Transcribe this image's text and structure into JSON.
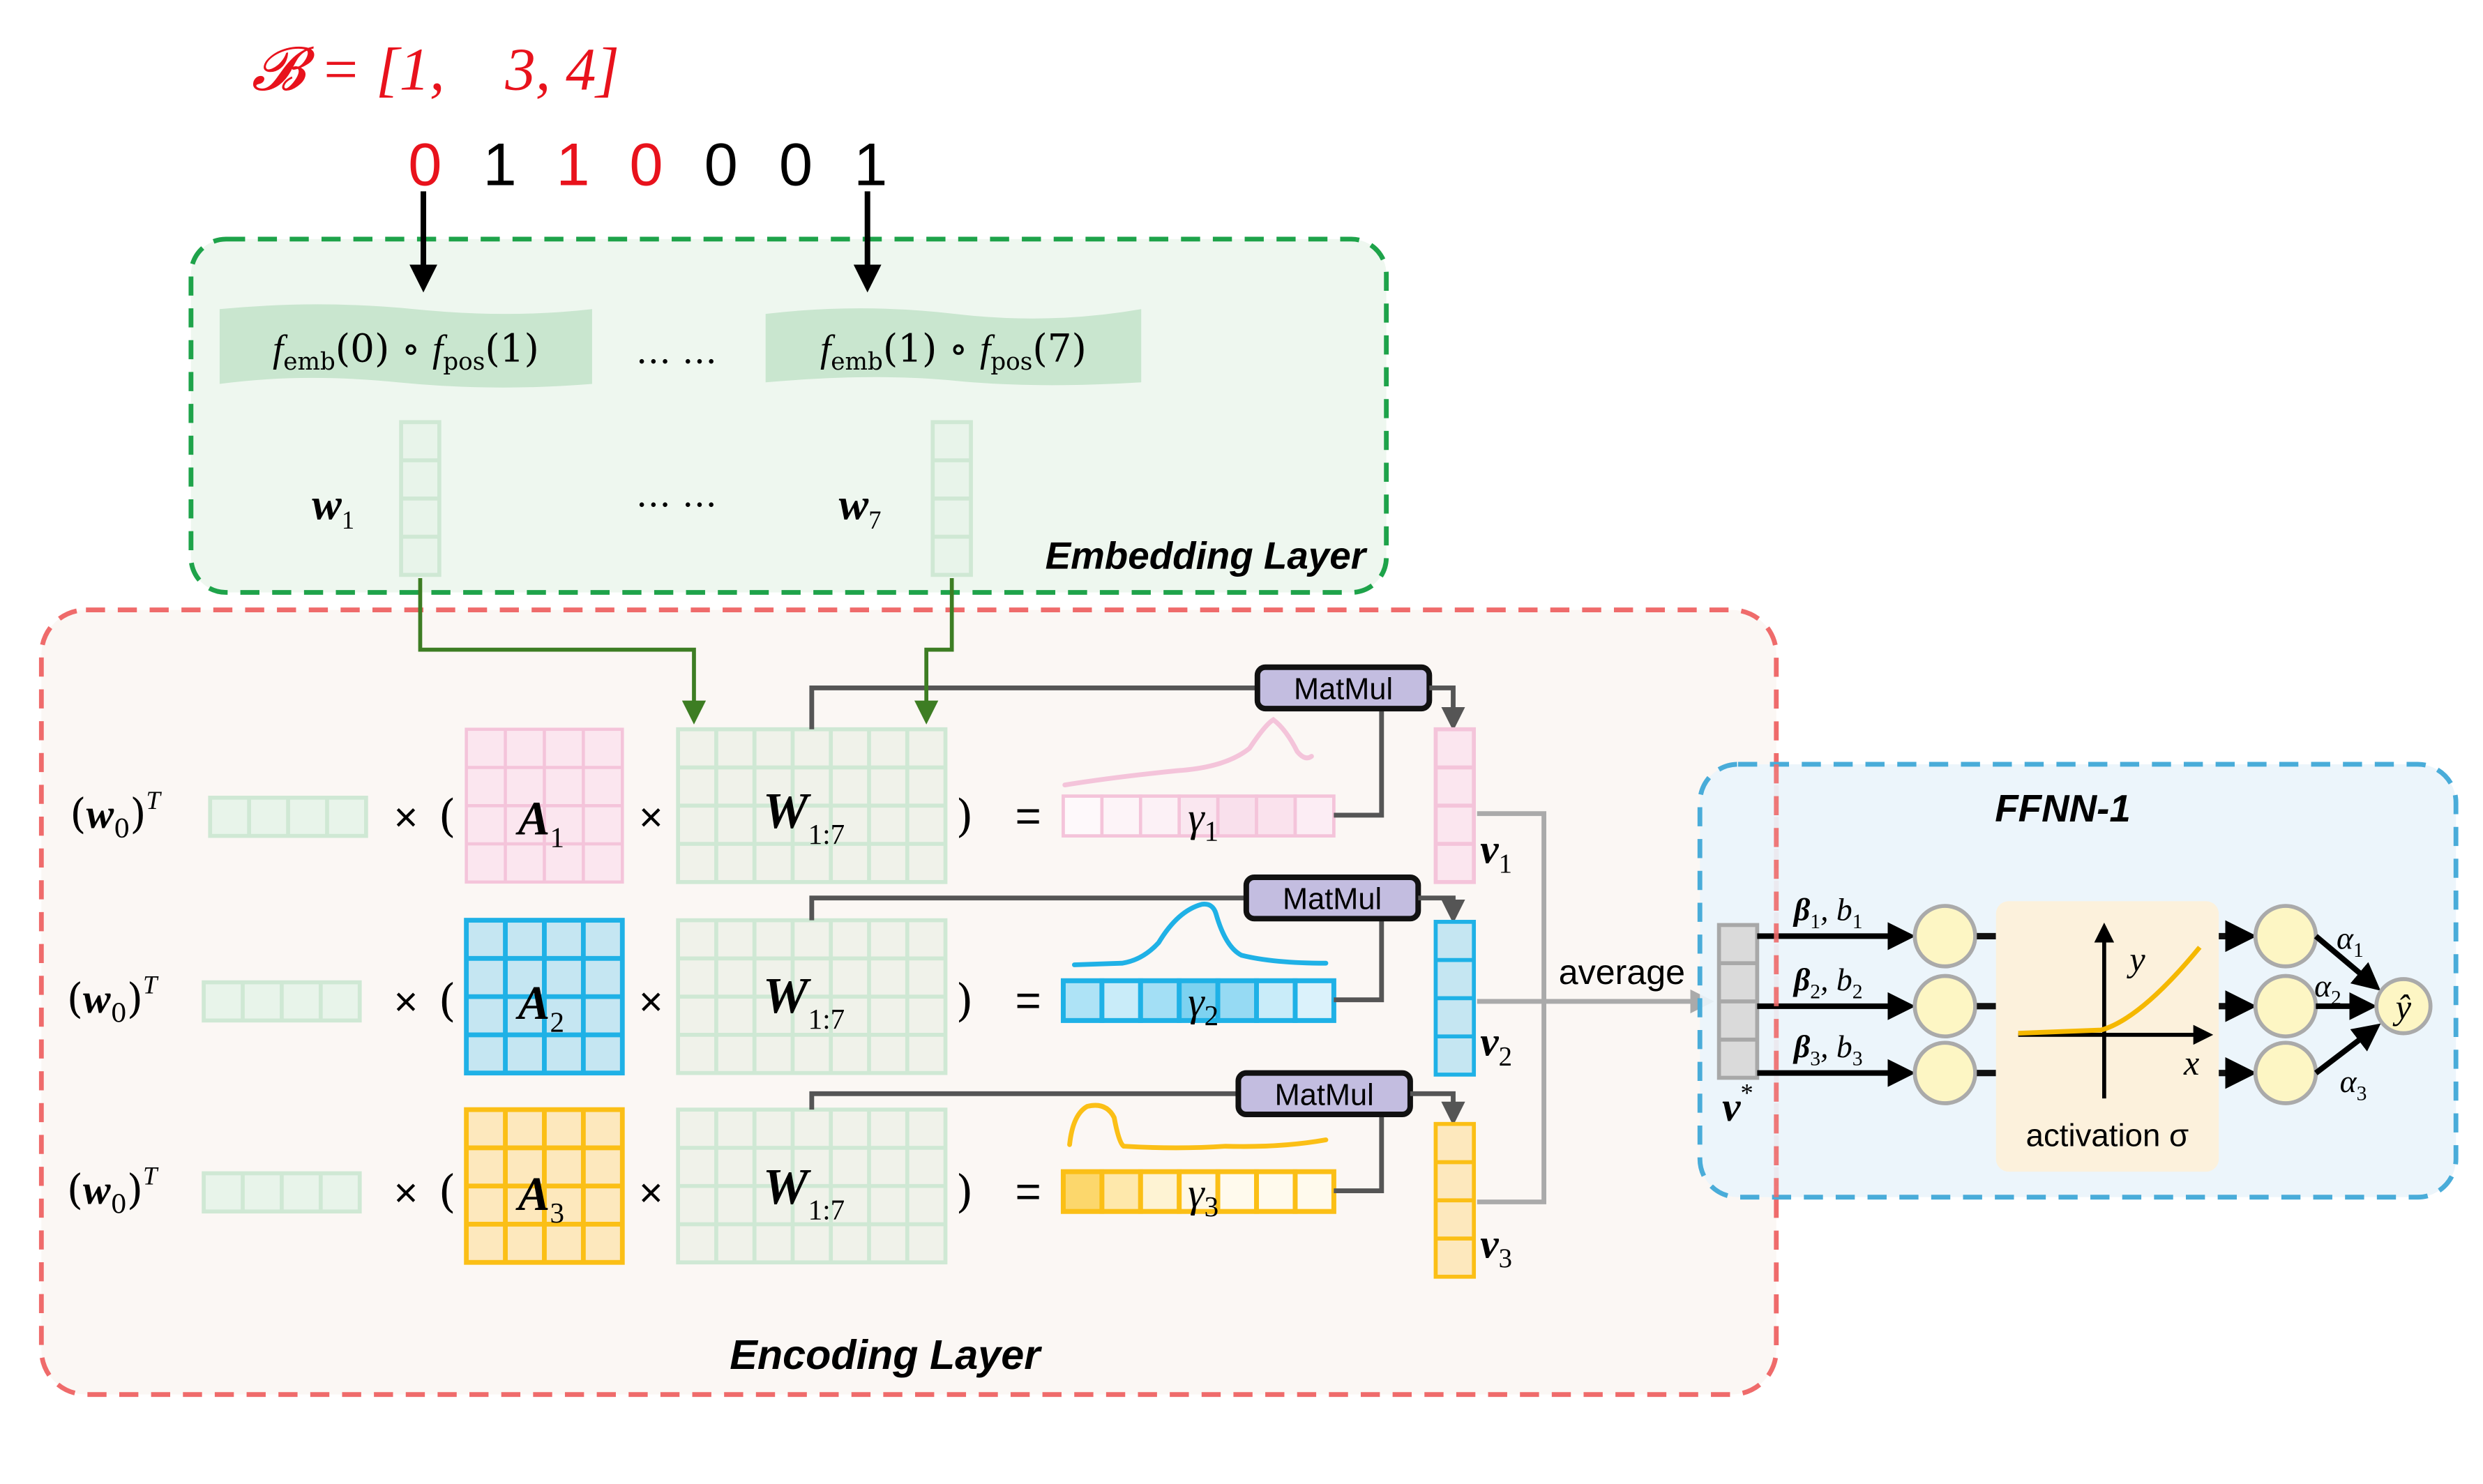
{
  "header": {
    "set_label": "𝓑 = [1,    3, 4]",
    "bits": [
      {
        "value": "0",
        "highlight": true
      },
      {
        "value": "1",
        "highlight": false
      },
      {
        "value": "1",
        "highlight": true
      },
      {
        "value": "0",
        "highlight": true
      },
      {
        "value": "0",
        "highlight": false
      },
      {
        "value": "0",
        "highlight": false
      },
      {
        "value": "1",
        "highlight": false
      }
    ]
  },
  "embedding_layer": {
    "title": "Embedding Layer",
    "emb_first": {
      "f": "f",
      "emb": "emb",
      "arg": "(0)",
      "op": " ∘ ",
      "pos": "pos",
      "posarg": "(1)"
    },
    "emb_last": {
      "f": "f",
      "emb": "emb",
      "arg": "(1)",
      "op": " ∘ ",
      "pos": "pos",
      "posarg": "(7)"
    },
    "ellipsis": "… …",
    "w_first": {
      "name": "w",
      "sub": "1"
    },
    "w_last": {
      "name": "w",
      "sub": "7"
    }
  },
  "encoding_layer": {
    "title": "Encoding Layer",
    "rows": [
      {
        "w0": "(w",
        "w0_sub": "0",
        "w0_close": ")",
        "sup": "T",
        "times": "×",
        "open": "(",
        "A": "A",
        "A_sub": "1",
        "W": "W",
        "W_sub": "1:7",
        "close": ")",
        "eq": "=",
        "gamma": "γ",
        "gamma_sub": "1",
        "matmul": "MatMul",
        "v": "v",
        "v_sub": "1",
        "color": "#f4c4da",
        "fill": "#fbe6ef"
      },
      {
        "w0": "(w",
        "w0_sub": "0",
        "w0_close": ")",
        "sup": "T",
        "times": "×",
        "open": "(",
        "A": "A",
        "A_sub": "2",
        "W": "W",
        "W_sub": "1:7",
        "close": ")",
        "eq": "=",
        "gamma": "γ",
        "gamma_sub": "2",
        "matmul": "MatMul",
        "v": "v",
        "v_sub": "2",
        "color": "#1fb1e6",
        "fill": "#c5e6f2"
      },
      {
        "w0": "(w",
        "w0_sub": "0",
        "w0_close": ")",
        "sup": "T",
        "times": "×",
        "open": "(",
        "A": "A",
        "A_sub": "3",
        "W": "W",
        "W_sub": "1:7",
        "close": ")",
        "eq": "=",
        "gamma": "γ",
        "gamma_sub": "3",
        "matmul": "MatMul",
        "v": "v",
        "v_sub": "3",
        "color": "#fbbf16",
        "fill": "#fde8bd"
      }
    ],
    "gamma_shading": [
      [
        0.05,
        0.2,
        0.3,
        0.6,
        0.8,
        0.75,
        0.4
      ],
      [
        0.5,
        0.3,
        0.6,
        0.9,
        0.7,
        0.3,
        0.15
      ],
      [
        1.0,
        0.5,
        0.2,
        0.05,
        0.0,
        0.0,
        0.0
      ]
    ],
    "average_label": "average"
  },
  "ffnn": {
    "title": "FFNN-1",
    "v_star": {
      "name": "v",
      "sup": "*"
    },
    "inputs": [
      {
        "beta": "β",
        "sub": "1",
        "b": "b",
        "bsub": "1"
      },
      {
        "beta": "β",
        "sub": "2",
        "b": "b",
        "bsub": "2"
      },
      {
        "beta": "β",
        "sub": "3",
        "b": "b",
        "bsub": "3"
      }
    ],
    "activation_label": "activation σ",
    "axis_x": "x",
    "axis_y": "y",
    "alphas": [
      {
        "name": "α",
        "sub": "1"
      },
      {
        "name": "α",
        "sub": "2"
      },
      {
        "name": "α",
        "sub": "3"
      }
    ],
    "output": "ŷ"
  },
  "colors": {
    "red_text": "#e8121c",
    "embedding_border": "#1ea34a",
    "embedding_fill": "#eef7ef",
    "encoding_border": "#ef6b6b",
    "encoding_fill": "#fbf7f4",
    "ffnn_border": "#49acd9",
    "ffnn_fill": "#eaf4fb",
    "green_arrow": "#3d7d23",
    "matmul_fill": "#c3bde0",
    "node_fill": "#fdf6c4",
    "activation_fill": "#fcf1dc",
    "act_curve": "#f5b800"
  }
}
